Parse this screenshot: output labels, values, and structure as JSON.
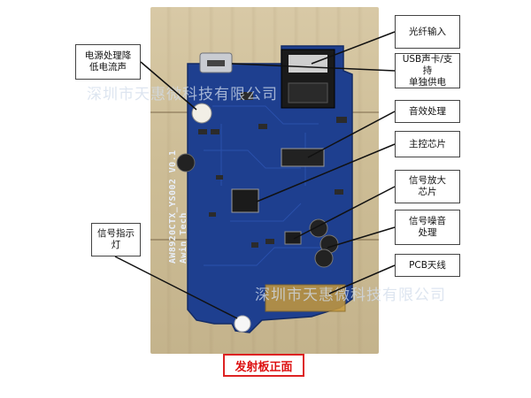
{
  "watermarks": [
    "深圳市天惠微科技有限公司",
    "深圳市天惠微科技有限公司"
  ],
  "board_silkscreen": [
    "AW8920CTX_YS002 V0.1",
    "Awin Tech"
  ],
  "callouts": {
    "fiber_input": "光纤输入",
    "usb_power": "USB声卡/支持\n单独供电",
    "audio_processing": "音效处理",
    "main_chip": "主控芯片",
    "signal_amp": "信号放大\n芯片",
    "signal_noise": "信号噪音\n处理",
    "pcb_antenna": "PCB天线",
    "power_noise": "电源处理降\n低电流声",
    "signal_led": "信号指示\n灯"
  },
  "caption": "发射板正面",
  "colors": {
    "pcb_blue": "#1e3f8f",
    "caption_red": "#d11111",
    "callout_border": "#444444"
  }
}
